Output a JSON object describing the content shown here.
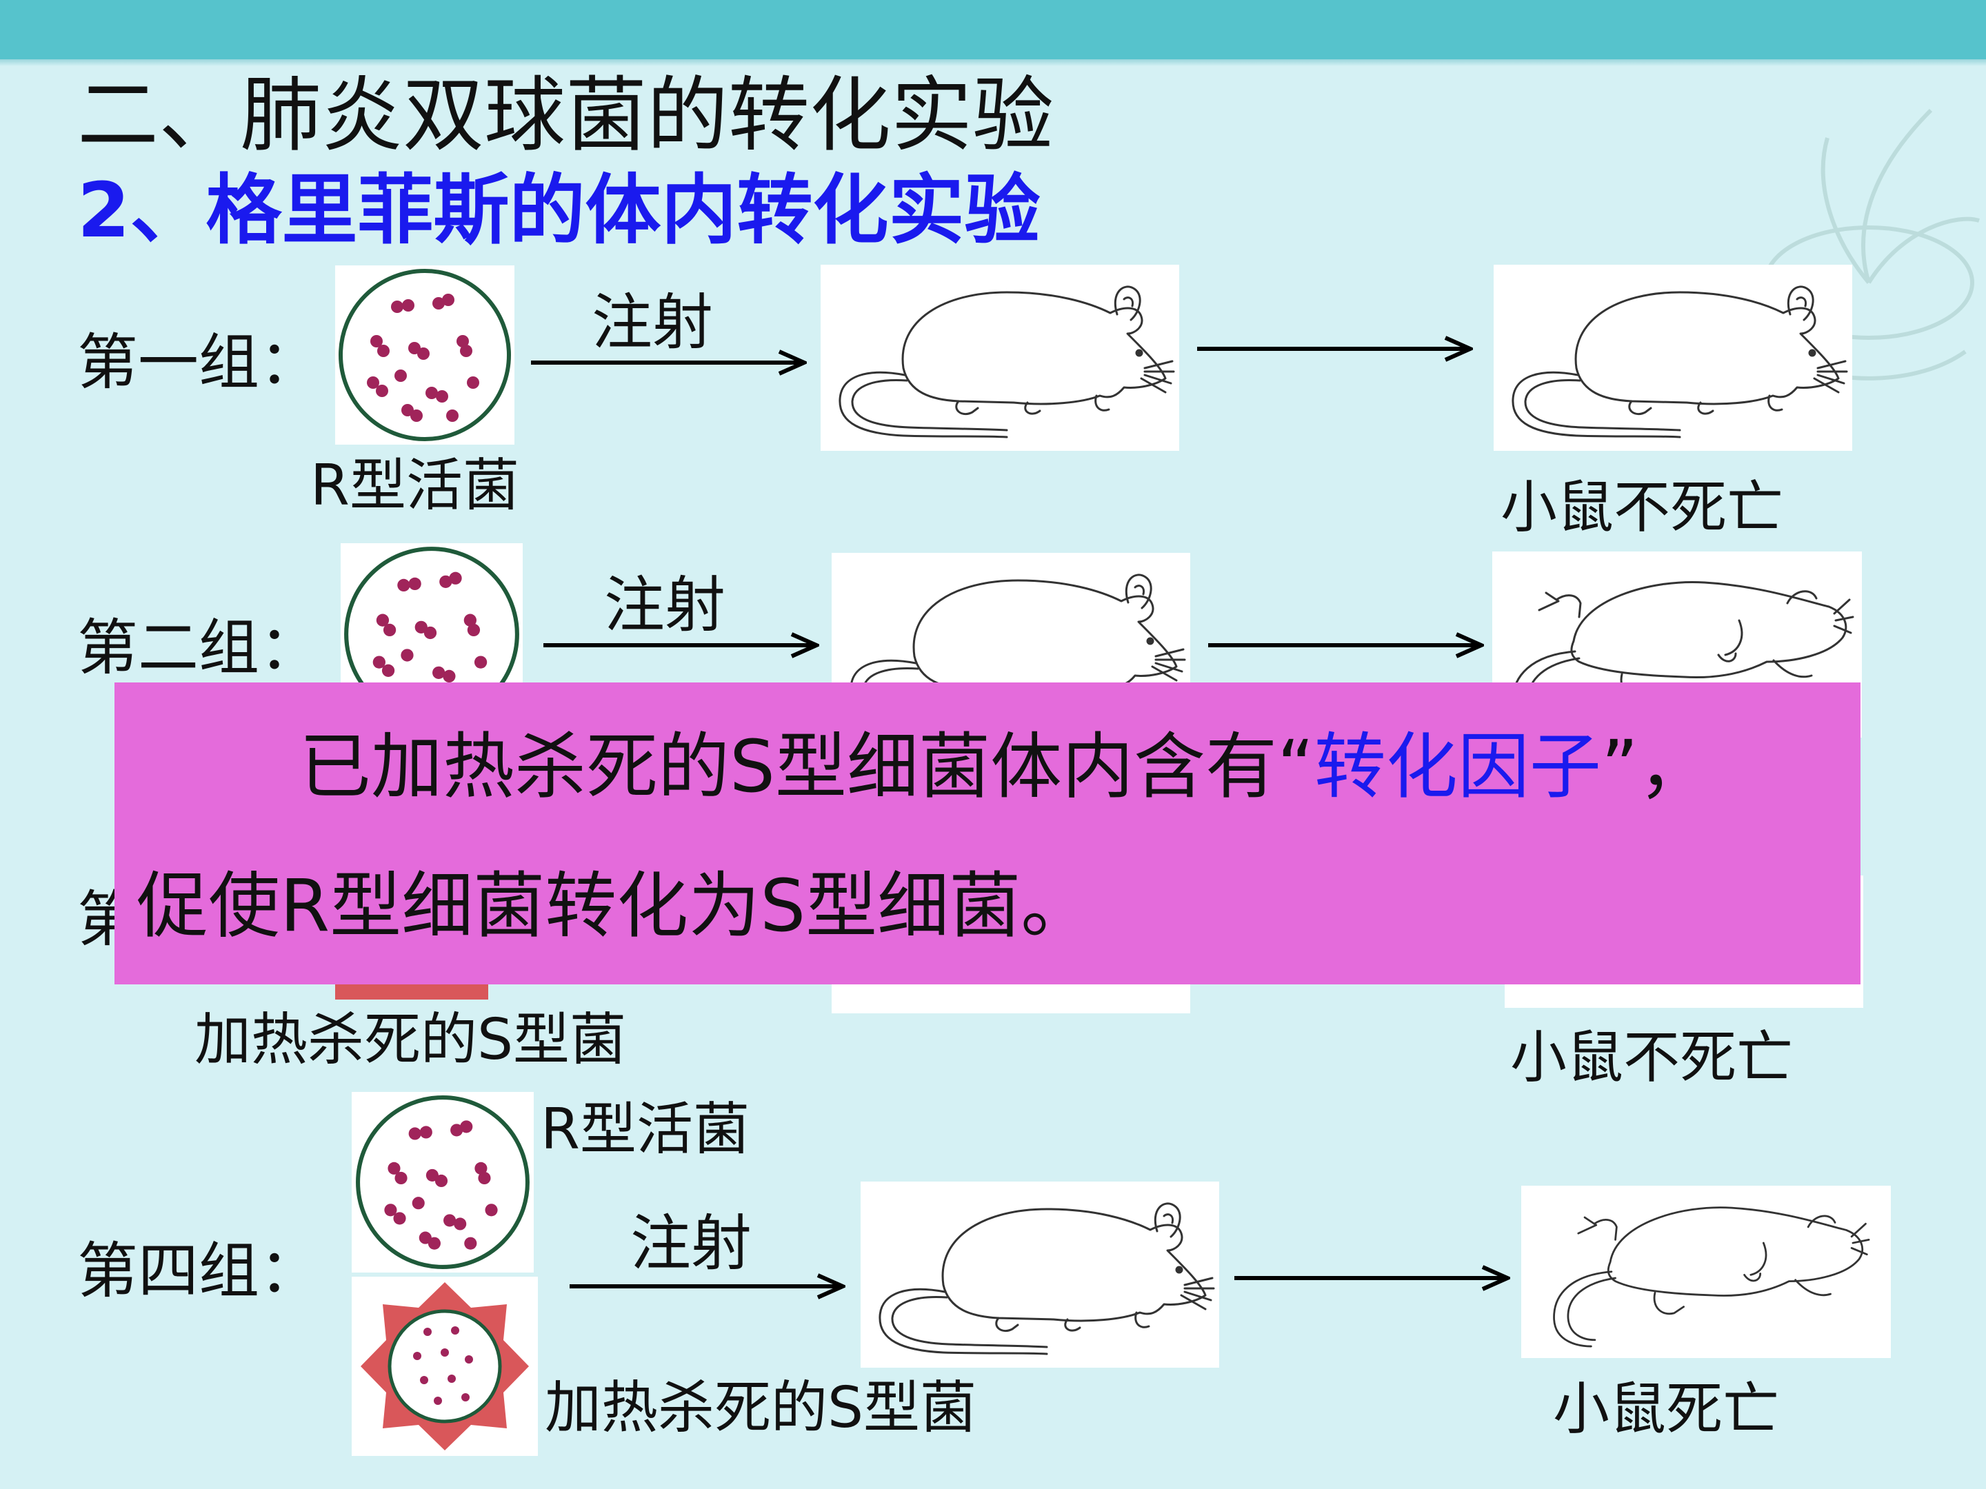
{
  "title": "二、肺炎双球菌的转化实验",
  "subtitle": "2、格里菲斯的体内转化实验",
  "inject_label": "注射",
  "groups": [
    {
      "label": "第一组：",
      "bacteria": [
        "R型活菌"
      ],
      "result": "小鼠不死亡"
    },
    {
      "label": "第二组：",
      "bacteria": [],
      "result": ""
    },
    {
      "label": "第",
      "bacteria": [
        "加热杀死的S型菌"
      ],
      "result": "小鼠不死亡"
    },
    {
      "label": "第四组：",
      "bacteria": [
        "R型活菌",
        "加热杀死的S型菌"
      ],
      "result": "小鼠死亡"
    }
  ],
  "conclusion": {
    "line1_before": "已加热杀死的S型细菌体内含有“",
    "line1_highlight": "转化因子",
    "line1_after": "”，",
    "line2": "促使R型细菌转化为S型细菌。"
  },
  "colors": {
    "background": "#d5f1f4",
    "top_bar": "#56c3cc",
    "subtitle": "#1a1aee",
    "overlay": "#e46bdb",
    "highlight": "#1a1aee",
    "r_bacteria": "#a0245a",
    "s_capsule": "#d9575a"
  }
}
